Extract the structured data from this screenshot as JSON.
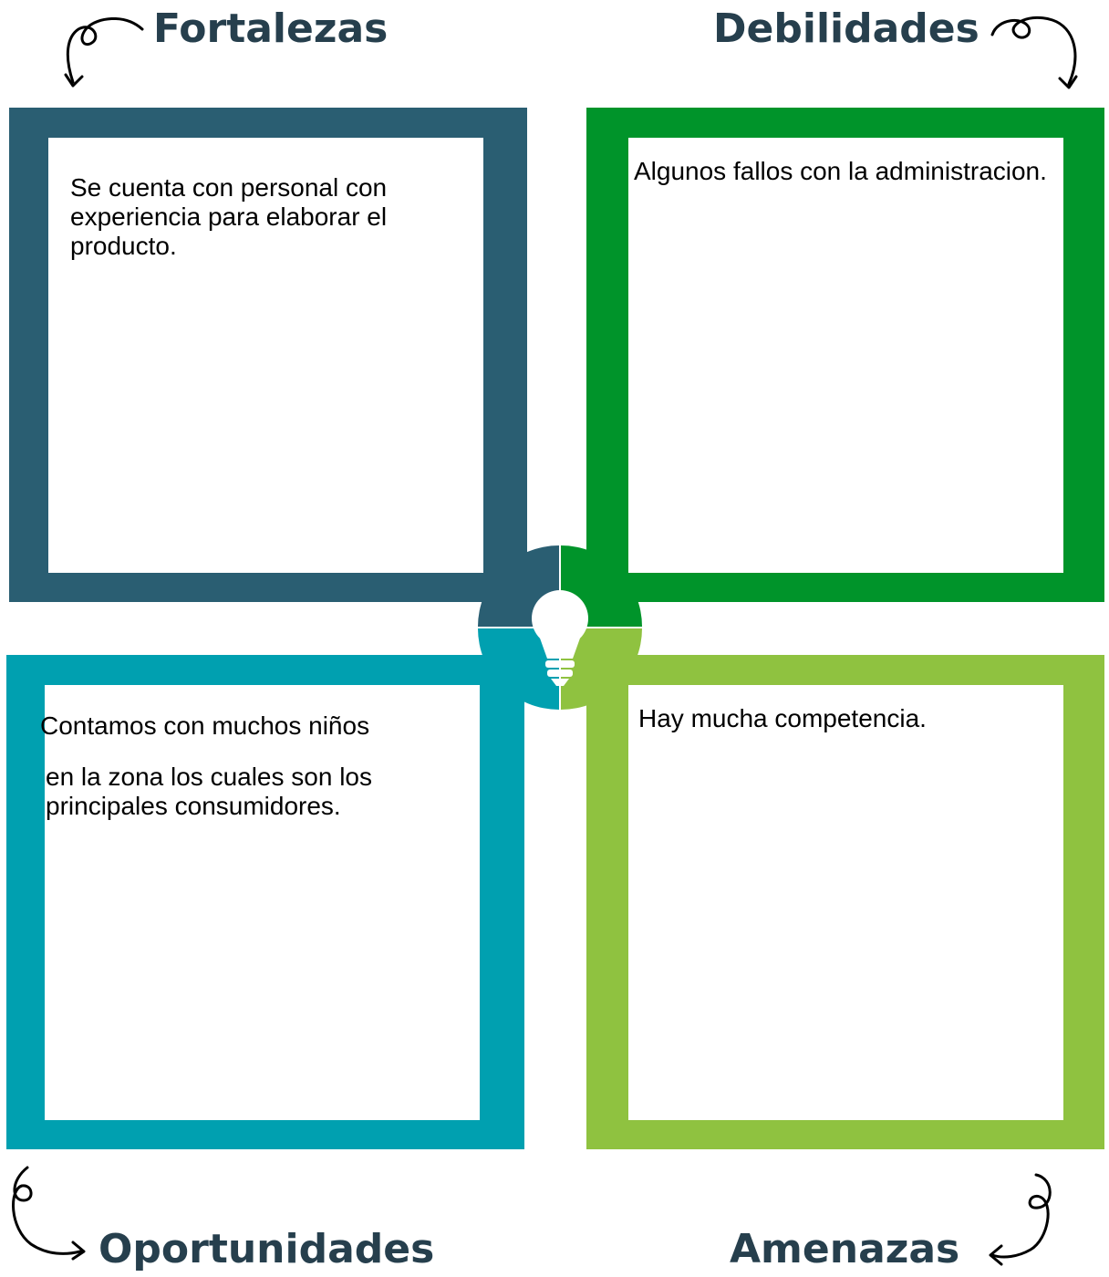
{
  "quadrants": {
    "fortalezas": {
      "title": "Fortalezas",
      "text": "Se cuenta con personal con experiencia para elaborar el producto.",
      "color": "#2a5e72"
    },
    "debilidades": {
      "title": "Debilidades",
      "text": "Algunos fallos con la administracion.",
      "color": "#00942a"
    },
    "oportunidades": {
      "title": "Oportunidades",
      "text_line1": "Contamos con muchos niños",
      "text_line2": "en la zona los cuales son los principales consumidores.",
      "color": "#00a0b0"
    },
    "amenazas": {
      "title": "Amenazas",
      "text": "Hay mucha competencia.",
      "color": "#8fc240"
    }
  },
  "center": {
    "icon": "lightbulb-icon"
  },
  "heading_color": "#263f4d"
}
